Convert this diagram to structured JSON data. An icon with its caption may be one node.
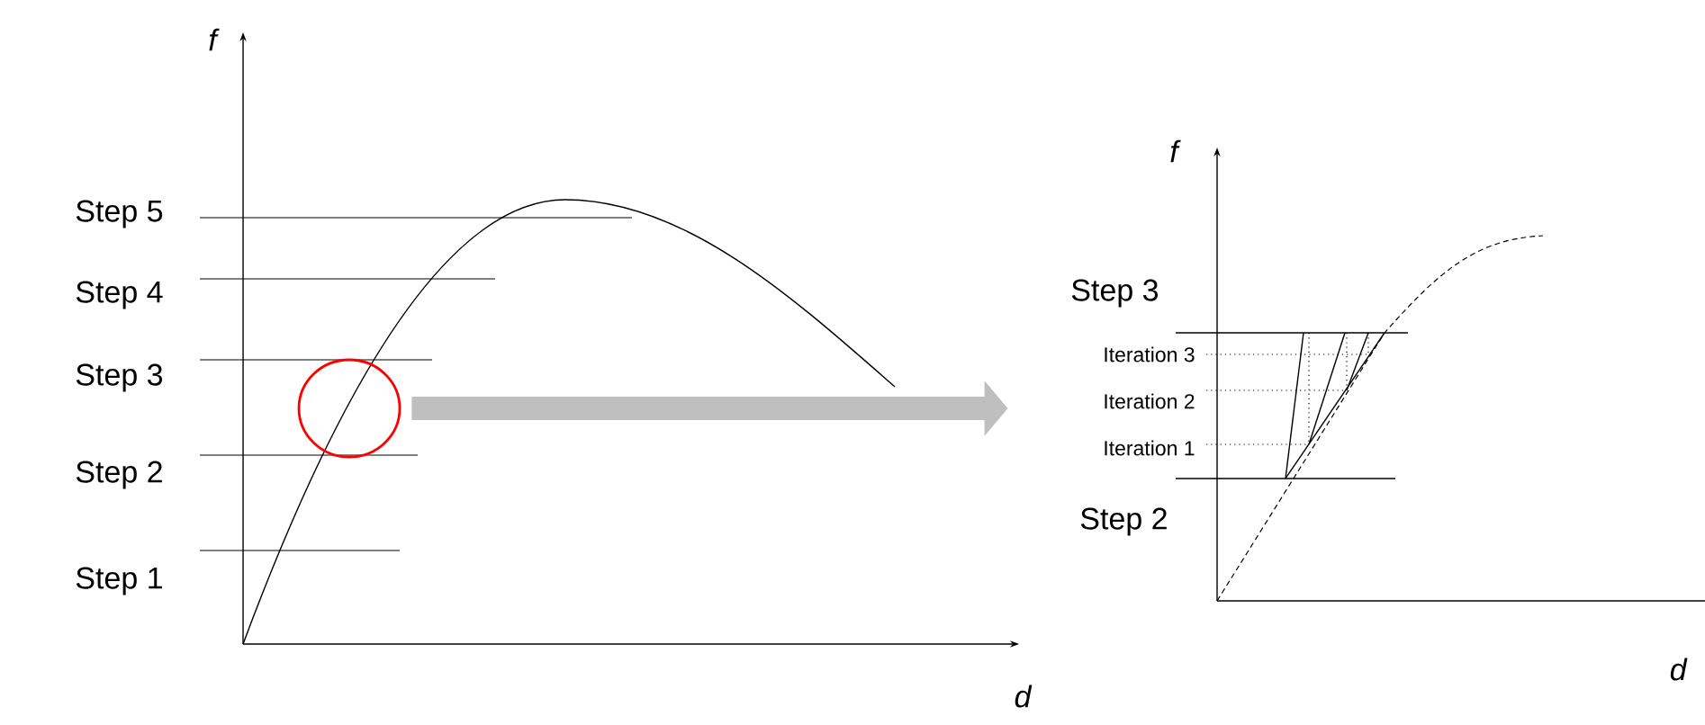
{
  "diagram": {
    "nodes": [
      {
        "text": [],
        "shape": "circle"
      },
      {
        "text": [],
        "shape": "picture",
        "beside": [
          "Step 3",
          "Iteration 3",
          "Iteration 2",
          "Iteration 1",
          "Step 2"
        ]
      }
    ],
    "edges": [
      {
        "from": 0,
        "to": 1,
        "arrow": "to"
      }
    ],
    "labels": [
      "f",
      "Step 5",
      "Step 4",
      "Step 3",
      "Step 2",
      "Step 1",
      "d",
      "f",
      "d"
    ]
  }
}
